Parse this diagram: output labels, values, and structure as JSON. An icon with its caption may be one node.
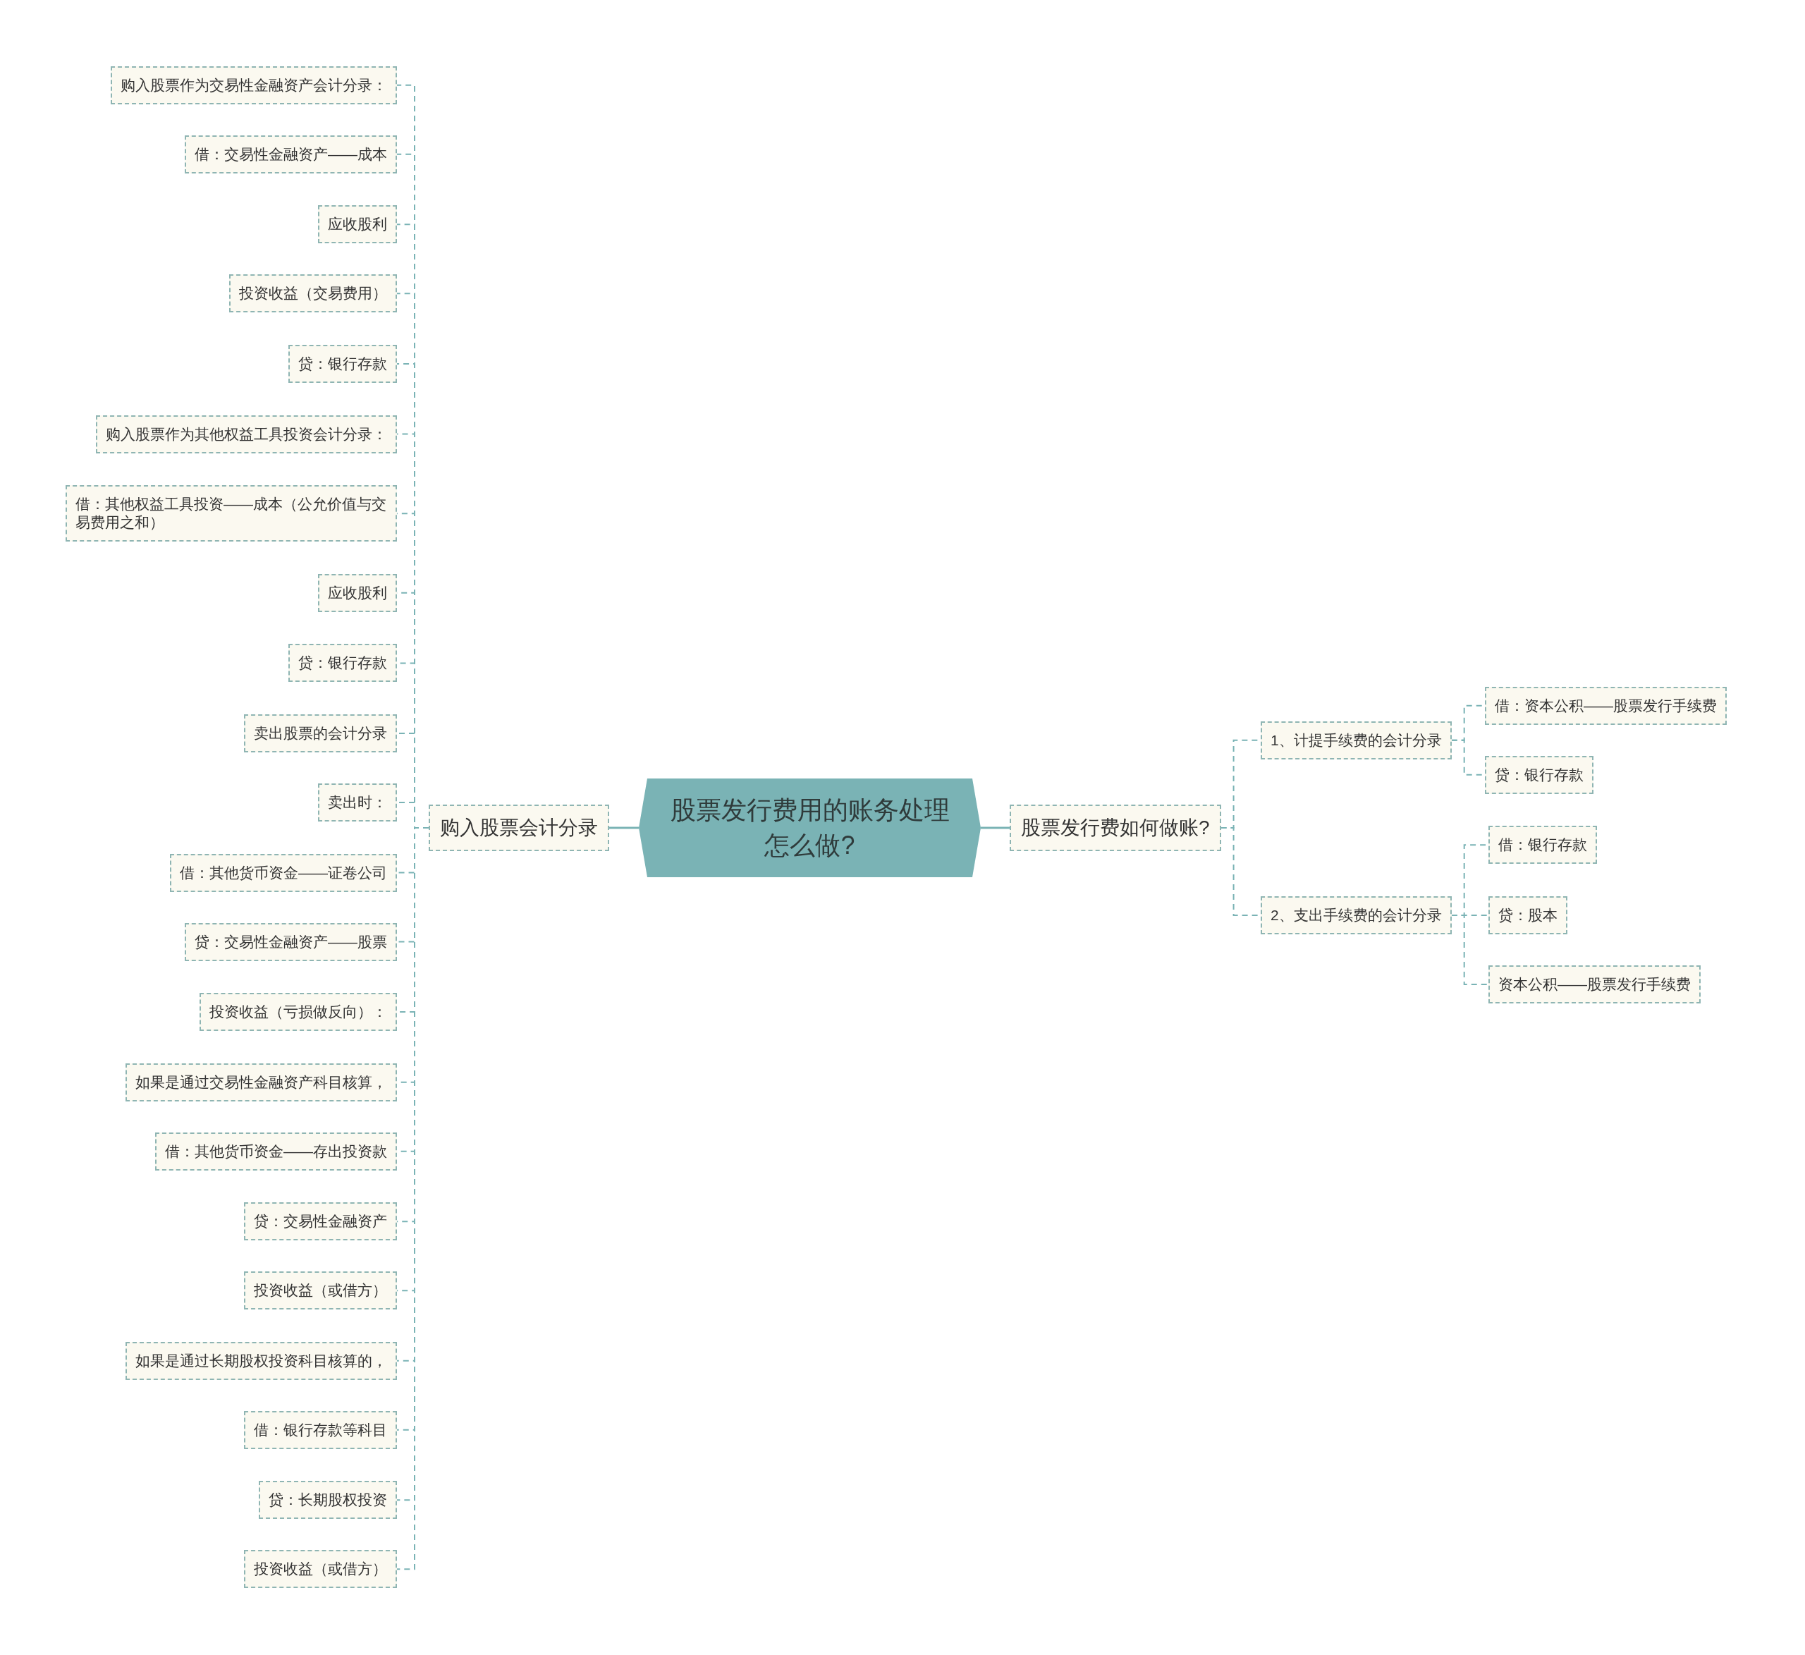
{
  "diagram": {
    "nodes": [
      {
        "text": [
          "股票发行费用的账务处理怎么做?"
        ]
      },
      {
        "text": [
          "购入股票会计分录"
        ]
      },
      {
        "text": [
          "购入股票作为交易性金融资产会计分录："
        ]
      },
      {
        "text": [
          "借：交易性金融资产——成本"
        ]
      },
      {
        "text": [
          "应收股利"
        ]
      },
      {
        "text": [
          "投资收益（交易费用）"
        ]
      },
      {
        "text": [
          "贷：银行存款"
        ]
      },
      {
        "text": [
          "购入股票作为其他权益工具投资会计分录："
        ]
      },
      {
        "text": [
          "借：其他权益工具投资——成本（公允价值与交易费用之和）"
        ]
      },
      {
        "text": [
          "应收股利"
        ]
      },
      {
        "text": [
          "贷：银行存款"
        ]
      },
      {
        "text": [
          "卖出股票的会计分录"
        ]
      },
      {
        "text": [
          "卖出时："
        ]
      },
      {
        "text": [
          "借：其他货币资金——证卷公司"
        ]
      },
      {
        "text": [
          "贷：交易性金融资产——股票"
        ]
      },
      {
        "text": [
          "投资收益（亏损做反向）："
        ]
      },
      {
        "text": [
          "如果是通过交易性金融资产科目核算，"
        ]
      },
      {
        "text": [
          "借：其他货币资金——存出投资款"
        ]
      },
      {
        "text": [
          "贷：交易性金融资产"
        ]
      },
      {
        "text": [
          "投资收益（或借方）"
        ]
      },
      {
        "text": [
          "如果是通过长期股权投资科目核算的，"
        ]
      },
      {
        "text": [
          "借：银行存款等科目"
        ]
      },
      {
        "text": [
          "贷：长期股权投资"
        ]
      },
      {
        "text": [
          "投资收益（或借方）"
        ]
      },
      {
        "text": [
          "股票发行费如何做账?"
        ]
      },
      {
        "text": [
          "1、计提手续费的会计分录"
        ]
      },
      {
        "text": [
          "借：资本公积——股票发行手续费"
        ]
      },
      {
        "text": [
          "贷：银行存款"
        ]
      },
      {
        "text": [
          "2、支出手续费的会计分录"
        ]
      },
      {
        "text": [
          "借：银行存款"
        ]
      },
      {
        "text": [
          "贷：股本"
        ]
      },
      {
        "text": [
          "资本公积——股票发行手续费"
        ]
      }
    ],
    "edges": [
      {
        "from": 0,
        "to": 1,
        "arrow": "none"
      },
      {
        "from": 0,
        "to": 24,
        "arrow": "none"
      },
      {
        "from": 1,
        "to": 2,
        "arrow": "none",
        "style": "dashed"
      },
      {
        "from": 1,
        "to": 3,
        "arrow": "none",
        "style": "dashed"
      },
      {
        "from": 1,
        "to": 4,
        "arrow": "none",
        "style": "dashed"
      },
      {
        "from": 1,
        "to": 5,
        "arrow": "none",
        "style": "dashed"
      },
      {
        "from": 1,
        "to": 6,
        "arrow": "none",
        "style": "dashed"
      },
      {
        "from": 1,
        "to": 7,
        "arrow": "none",
        "style": "dashed"
      },
      {
        "from": 1,
        "to": 8,
        "arrow": "none",
        "style": "dashed"
      },
      {
        "from": 1,
        "to": 9,
        "arrow": "none",
        "style": "dashed"
      },
      {
        "from": 1,
        "to": 10,
        "arrow": "none",
        "style": "dashed"
      },
      {
        "from": 1,
        "to": 11,
        "arrow": "none",
        "style": "dashed"
      },
      {
        "from": 1,
        "to": 12,
        "arrow": "none",
        "style": "dashed"
      },
      {
        "from": 1,
        "to": 13,
        "arrow": "none",
        "style": "dashed"
      },
      {
        "from": 1,
        "to": 14,
        "arrow": "none",
        "style": "dashed"
      },
      {
        "from": 1,
        "to": 15,
        "arrow": "none",
        "style": "dashed"
      },
      {
        "from": 1,
        "to": 16,
        "arrow": "none",
        "style": "dashed"
      },
      {
        "from": 1,
        "to": 17,
        "arrow": "none",
        "style": "dashed"
      },
      {
        "from": 1,
        "to": 18,
        "arrow": "none",
        "style": "dashed"
      },
      {
        "from": 1,
        "to": 19,
        "arrow": "none",
        "style": "dashed"
      },
      {
        "from": 1,
        "to": 20,
        "arrow": "none",
        "style": "dashed"
      },
      {
        "from": 1,
        "to": 21,
        "arrow": "none",
        "style": "dashed"
      },
      {
        "from": 1,
        "to": 22,
        "arrow": "none",
        "style": "dashed"
      },
      {
        "from": 1,
        "to": 23,
        "arrow": "none",
        "style": "dashed"
      },
      {
        "from": 24,
        "to": 25,
        "arrow": "none",
        "style": "dashed"
      },
      {
        "from": 24,
        "to": 28,
        "arrow": "none",
        "style": "dashed"
      },
      {
        "from": 25,
        "to": 26,
        "arrow": "none",
        "style": "dashed"
      },
      {
        "from": 25,
        "to": 27,
        "arrow": "none",
        "style": "dashed"
      },
      {
        "from": 28,
        "to": 29,
        "arrow": "none",
        "style": "dashed"
      },
      {
        "from": 28,
        "to": 30,
        "arrow": "none",
        "style": "dashed"
      },
      {
        "from": 28,
        "to": 31,
        "arrow": "none",
        "style": "dashed"
      }
    ]
  }
}
